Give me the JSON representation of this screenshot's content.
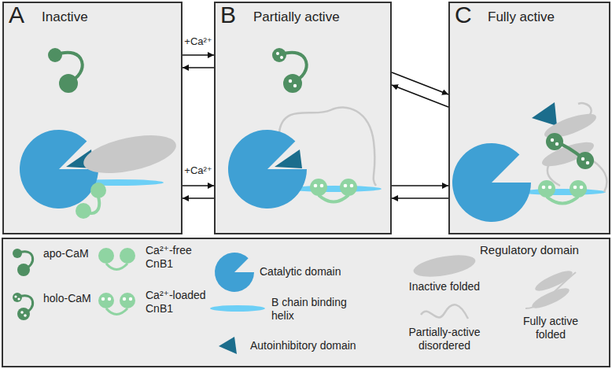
{
  "diagram": {
    "nodes": [
      {
        "text": [
          "A",
          "Inactive"
        ]
      },
      {
        "text": [
          "B",
          "Partially active"
        ]
      },
      {
        "text": [
          "C",
          "Fully active"
        ]
      }
    ],
    "edges": [
      {
        "from": 0,
        "to": 1,
        "arrow": "to",
        "label": "+Ca²⁺"
      },
      {
        "from": 1,
        "to": 0,
        "arrow": "to"
      },
      {
        "from": 0,
        "to": 1,
        "arrow": "to",
        "label": "+Ca²⁺"
      },
      {
        "from": 1,
        "to": 0,
        "arrow": "to"
      },
      {
        "from": 1,
        "to": 2,
        "arrow": "to"
      },
      {
        "from": 2,
        "to": 1,
        "arrow": "to"
      },
      {
        "from": 1,
        "to": 2,
        "arrow": "to"
      },
      {
        "from": 2,
        "to": 1,
        "arrow": "to"
      }
    ],
    "labels": [
      "Regulatory domain"
    ],
    "legend": [
      {
        "text": "apo-CaM"
      },
      {
        "text": "holo-CaM"
      },
      {
        "text": "Ca²⁺-free CnB1"
      },
      {
        "text": "Ca²⁺-loaded CnB1"
      },
      {
        "text": "Catalytic domain"
      },
      {
        "text": "B chain binding helix"
      },
      {
        "text": "Autoinhibitory domain"
      },
      {
        "text": "Inactive folded"
      },
      {
        "text": "Partially-active disordered"
      },
      {
        "text": "Fully active folded"
      }
    ]
  }
}
